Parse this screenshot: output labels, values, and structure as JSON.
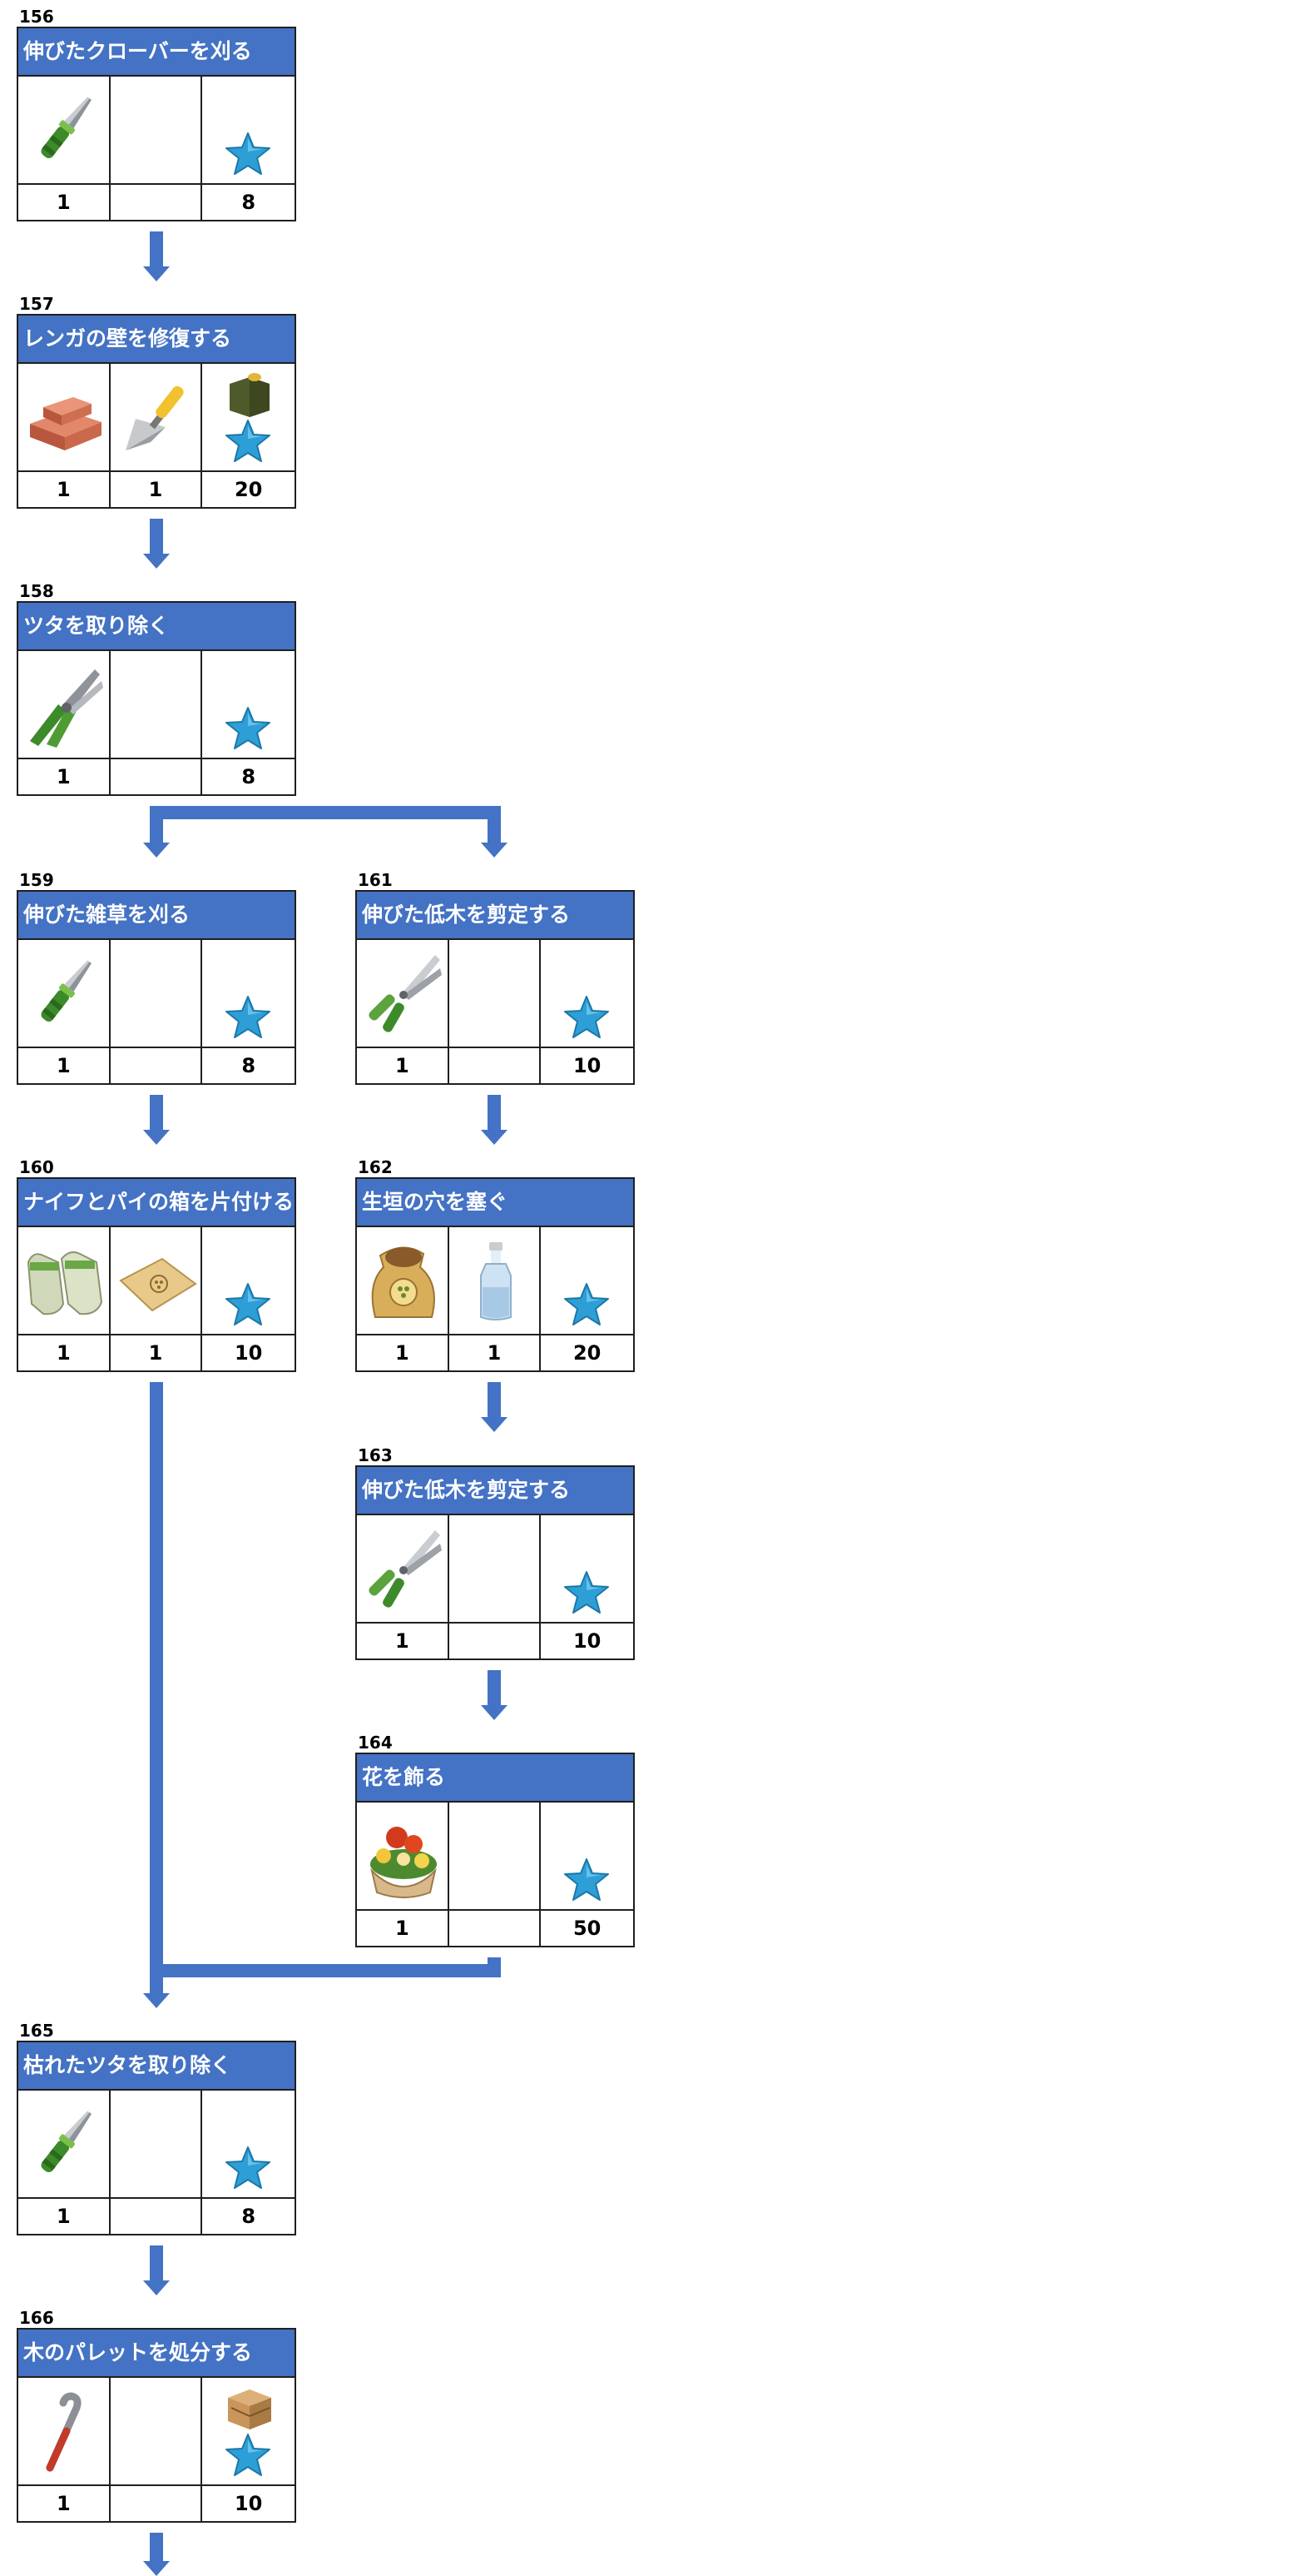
{
  "quests": [
    {
      "id": "q156",
      "number": "156",
      "title": "伸びたクローバーを刈る",
      "items": [
        {
          "icon": "knife-icon",
          "count": "1"
        },
        {
          "icon": "",
          "count": ""
        }
      ],
      "reward_icon": "",
      "reward": "8"
    },
    {
      "id": "q157",
      "number": "157",
      "title": "レンガの壁を修復する",
      "items": [
        {
          "icon": "bricks-icon",
          "count": "1"
        },
        {
          "icon": "trowel-icon",
          "count": "1"
        }
      ],
      "reward_icon": "fuel-can-icon",
      "reward": "20"
    },
    {
      "id": "q158",
      "number": "158",
      "title": "ツタを取り除く",
      "items": [
        {
          "icon": "pliers-icon",
          "count": "1"
        },
        {
          "icon": "",
          "count": ""
        }
      ],
      "reward_icon": "",
      "reward": "8"
    },
    {
      "id": "q159",
      "number": "159",
      "title": "伸びた雑草を刈る",
      "items": [
        {
          "icon": "knife-icon",
          "count": "1"
        },
        {
          "icon": "",
          "count": ""
        }
      ],
      "reward_icon": "",
      "reward": "8"
    },
    {
      "id": "q161",
      "number": "161",
      "title": "伸びた低木を剪定する",
      "items": [
        {
          "icon": "shears-icon",
          "count": "1"
        },
        {
          "icon": "",
          "count": ""
        }
      ],
      "reward_icon": "",
      "reward": "10"
    },
    {
      "id": "q160",
      "number": "160",
      "title": "ナイフとパイの箱を片付ける",
      "items": [
        {
          "icon": "gloves-icon",
          "count": "1"
        },
        {
          "icon": "cloth-icon",
          "count": "1"
        }
      ],
      "reward_icon": "",
      "reward": "10"
    },
    {
      "id": "q162",
      "number": "162",
      "title": "生垣の穴を塞ぐ",
      "items": [
        {
          "icon": "seed-bag-icon",
          "count": "1"
        },
        {
          "icon": "bottle-icon",
          "count": "1"
        }
      ],
      "reward_icon": "",
      "reward": "20"
    },
    {
      "id": "q163",
      "number": "163",
      "title": "伸びた低木を剪定する",
      "items": [
        {
          "icon": "shears-icon",
          "count": "1"
        },
        {
          "icon": "",
          "count": ""
        }
      ],
      "reward_icon": "",
      "reward": "10"
    },
    {
      "id": "q164",
      "number": "164",
      "title": "花を飾る",
      "items": [
        {
          "icon": "flower-pot-icon",
          "count": "1"
        },
        {
          "icon": "",
          "count": ""
        }
      ],
      "reward_icon": "",
      "reward": "50"
    },
    {
      "id": "q165",
      "number": "165",
      "title": "枯れたツタを取り除く",
      "items": [
        {
          "icon": "knife-icon",
          "count": "1"
        },
        {
          "icon": "",
          "count": ""
        }
      ],
      "reward_icon": "",
      "reward": "8"
    },
    {
      "id": "q166",
      "number": "166",
      "title": "木のパレットを処分する",
      "items": [
        {
          "icon": "crowbar-icon",
          "count": "1"
        },
        {
          "icon": "",
          "count": ""
        }
      ],
      "reward_icon": "crate-icon",
      "reward": "10"
    }
  ],
  "colors": {
    "header": "#4472c4",
    "arrow": "#4472c4",
    "star": "#2e9fd6",
    "border": "#1f1f1f"
  }
}
